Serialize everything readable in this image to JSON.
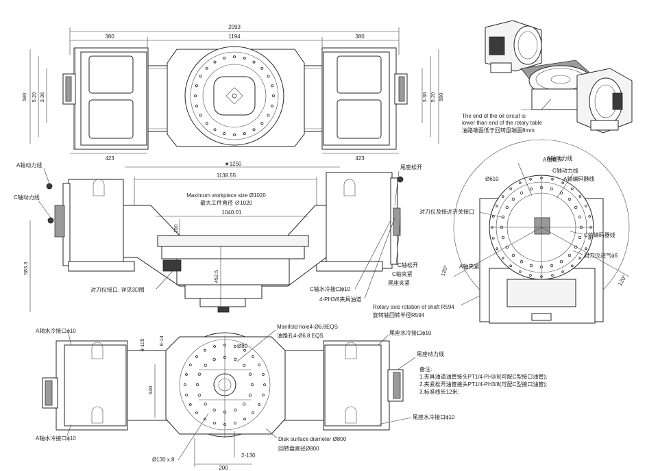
{
  "top_view": {
    "dim_overall": "2093",
    "dim_left_width": "380",
    "dim_center": "1194",
    "dim_right_width": "380",
    "dim_580_left": "580",
    "dim_520_left": "5.20",
    "dim_336_left": "3.36",
    "dim_336_right": "3.36",
    "dim_520_right": "5.20",
    "dim_580_right": "580",
    "dim_423_left": "423",
    "dim_423_right": "423"
  },
  "iso_view": {
    "note_en_1": "The end of the oil circuit is",
    "note_en_2": "lower than end of the rotary table",
    "note_cn": "油路端面低于回转盘端面8mm"
  },
  "front_view": {
    "label_a_power": "A轴动力线",
    "label_c_power": "C轴动力线",
    "label_tail_release": "尾座松开",
    "dim_1250": "★1250",
    "dim_113855": "1138.55",
    "max_size_en": "Maximum workpiece size Ø1020",
    "max_size_cn": "最大工件直径 ∅1020",
    "dim_104001": "1040.01",
    "dim_100": "100",
    "dim_5833": "583.3",
    "dim_4525": "452.5",
    "label_tool_setter_3d": "对刀仪接口, 详见3D图",
    "label_c_cooling": "C轴水冷接口ϕ10",
    "label_clamp_oil": "4-PH3/8夹具油道",
    "label_c_open": "C轴松开",
    "label_c_clamp": "C轴夹紧",
    "label_tail_clamp": "尾座夹紧"
  },
  "side_view": {
    "label_a_release": "A轴松开",
    "label_a_power": "A轴动力线",
    "label_c_power": "C轴动力线",
    "label_a_encoder": "A轴编码器线",
    "label_610": "Ø610",
    "label_tool_proximity": "对刀仪及接近开关接口",
    "label_c_encoder": "C轴编码器线",
    "label_air_inlet": "对刀仪进气ϕ6",
    "label_a_clamp": "A轴夹紧",
    "angle_left": "120°",
    "angle_right": "120°",
    "rotary_en": "Rotary axis rotation of shaft R594",
    "rotary_cn": "旋转轴回转半径R594"
  },
  "plan_view": {
    "label_a_cool_top": "A轴水冷接口ϕ10",
    "label_manifold_en": "Manifold hole4-Ø6.8EQS",
    "label_manifold_cn": "油路孔4-Ø6.8 EQS",
    "label_tail_cool_top": "尾座水冷接口ϕ10",
    "label_tail_power": "尾座动力线",
    "dim_4105": "4-105",
    "dim_814": "8-14",
    "dim_80": "Ø80",
    "dim_630": "630",
    "notes_title": "备注:",
    "note_1": "1.夹具油道油管接头PT1/4-PH3/8(可配C型接口油管);",
    "note_2": "2.夹紧松开油管接头PT1/4-PH3/8(可配C型接口油管);",
    "note_3": "3.标准线长12米;",
    "label_a_cool_bottom": "A轴水冷接口ϕ10",
    "label_tail_cool_bottom": "尾座水冷接口ϕ10",
    "disk_en": "Disk surface diameter Ø800",
    "disk_cn": "回转盘直径Ø800",
    "dim_130x8": "Ø130 x 8",
    "dim_2130": "2-130",
    "dim_200": "200"
  }
}
